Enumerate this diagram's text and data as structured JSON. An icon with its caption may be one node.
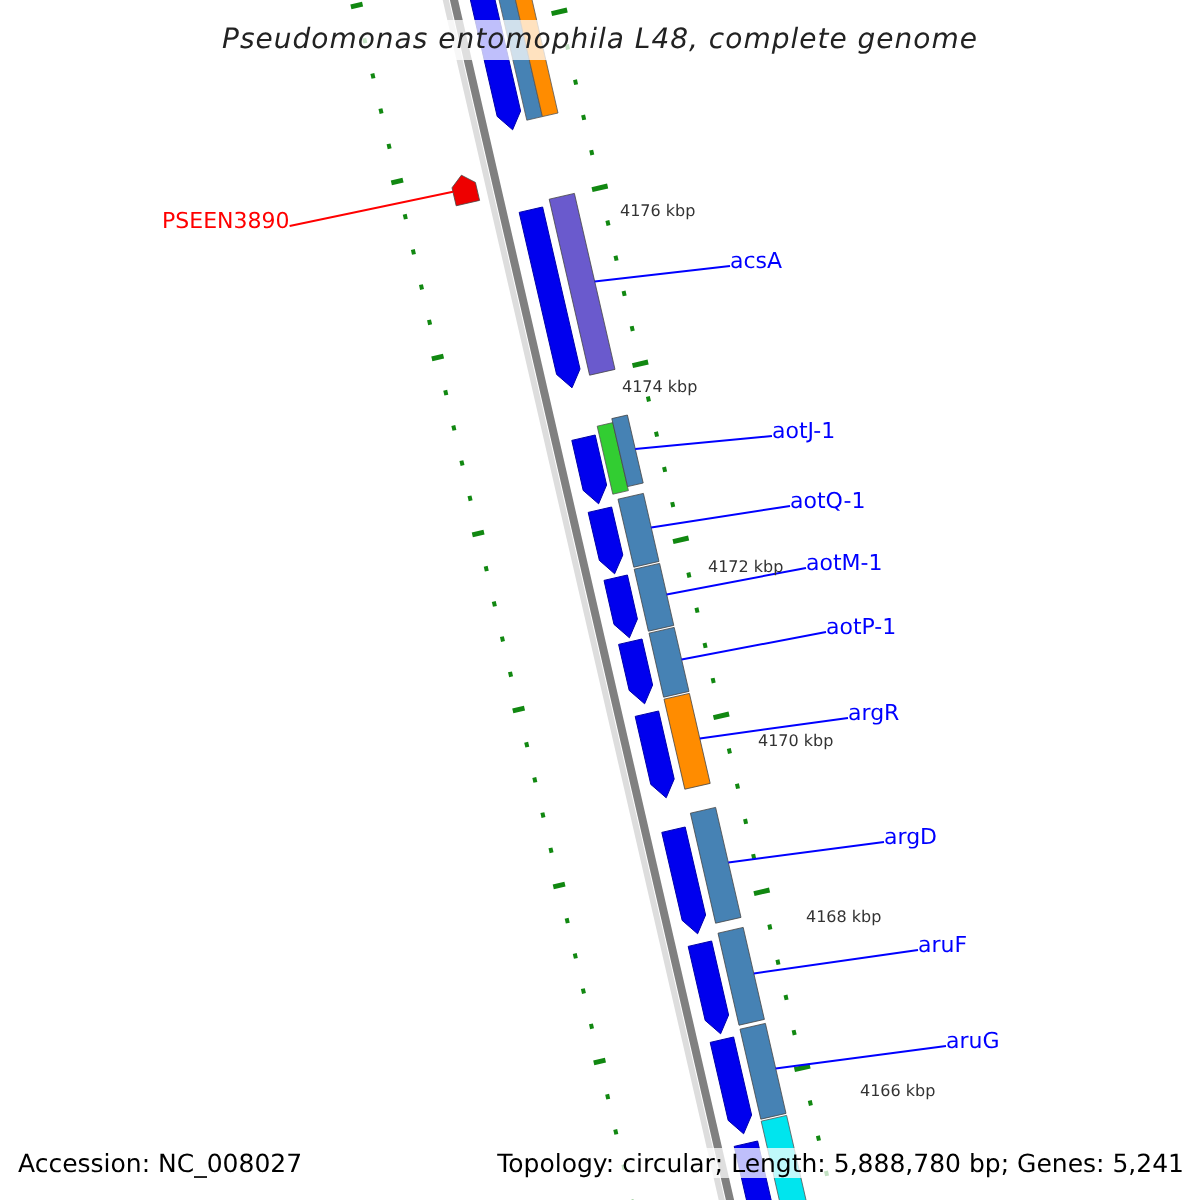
{
  "diagram": {
    "title": "Pseudomonas entomophila L48, complete genome",
    "nodes": [
      {
        "text": [
          "PSEEN3890"
        ]
      },
      {
        "text": [],
        "shape": "arrow"
      },
      {
        "text": [
          "acsA"
        ]
      },
      {
        "text": [],
        "shape": "bar"
      },
      {
        "text": [
          "aotJ-1"
        ]
      },
      {
        "text": [],
        "shape": "bar"
      },
      {
        "text": [
          "aotQ-1"
        ]
      },
      {
        "text": [],
        "shape": "bar"
      },
      {
        "text": [
          "aotM-1"
        ]
      },
      {
        "text": [],
        "shape": "bar"
      },
      {
        "text": [
          "aotP-1"
        ]
      },
      {
        "text": [],
        "shape": "bar"
      },
      {
        "text": [
          "argR"
        ]
      },
      {
        "text": [],
        "shape": "bar"
      },
      {
        "text": [
          "argD"
        ]
      },
      {
        "text": [],
        "shape": "bar"
      },
      {
        "text": [
          "aruF"
        ]
      },
      {
        "text": [],
        "shape": "bar"
      },
      {
        "text": [
          "aruG"
        ]
      },
      {
        "text": [],
        "shape": "bar"
      }
    ],
    "edges": [
      {
        "from": 0,
        "to": 1,
        "arrow": "none",
        "color": "#ff0000"
      },
      {
        "from": 2,
        "to": 3,
        "arrow": "none"
      },
      {
        "from": 4,
        "to": 5,
        "arrow": "none"
      },
      {
        "from": 6,
        "to": 7,
        "arrow": "none"
      },
      {
        "from": 8,
        "to": 9,
        "arrow": "none"
      },
      {
        "from": 10,
        "to": 11,
        "arrow": "none"
      },
      {
        "from": 12,
        "to": 13,
        "arrow": "none"
      },
      {
        "from": 14,
        "to": 15,
        "arrow": "none"
      },
      {
        "from": 16,
        "to": 17,
        "arrow": "none"
      },
      {
        "from": 18,
        "to": 19,
        "arrow": "none"
      }
    ],
    "labels": [
      "4176 kbp",
      "4174 kbp",
      "4172 kbp",
      "4170 kbp",
      "4168 kbp",
      "4166 kbp",
      "Accession: NC_008027",
      "Topology: circular; Length: 5,888,780 bp; Genes: 5,241"
    ]
  }
}
